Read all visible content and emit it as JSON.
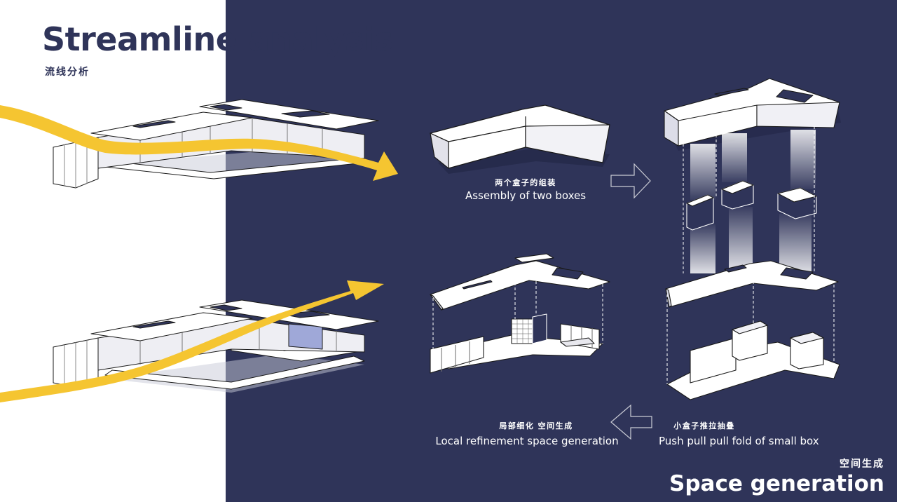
{
  "colors": {
    "navy": "#2f3459",
    "white": "#ffffff",
    "yellow": "#f5c531",
    "box_shade": "#c8c9d8",
    "box_dark": "#1e2240",
    "line": "#1a1a1a"
  },
  "header": {
    "title": "Streamline analysis",
    "subtitle": "流线分析"
  },
  "steps": {
    "assembly": {
      "cn": "两个盒子的组装",
      "en": "Assembly of two boxes"
    },
    "push_pull": {
      "cn": "小盒子推拉抽叠",
      "en": "Push pull pull fold of small box"
    },
    "refinement": {
      "cn": "局部细化 空间生成",
      "en": "Local refinement space generation"
    }
  },
  "footer": {
    "cn": "空间生成",
    "en": "Space generation"
  },
  "icons": [
    "arrow-right-outline-icon",
    "arrow-left-outline-icon",
    "yellow-flow-arrow-icon"
  ]
}
